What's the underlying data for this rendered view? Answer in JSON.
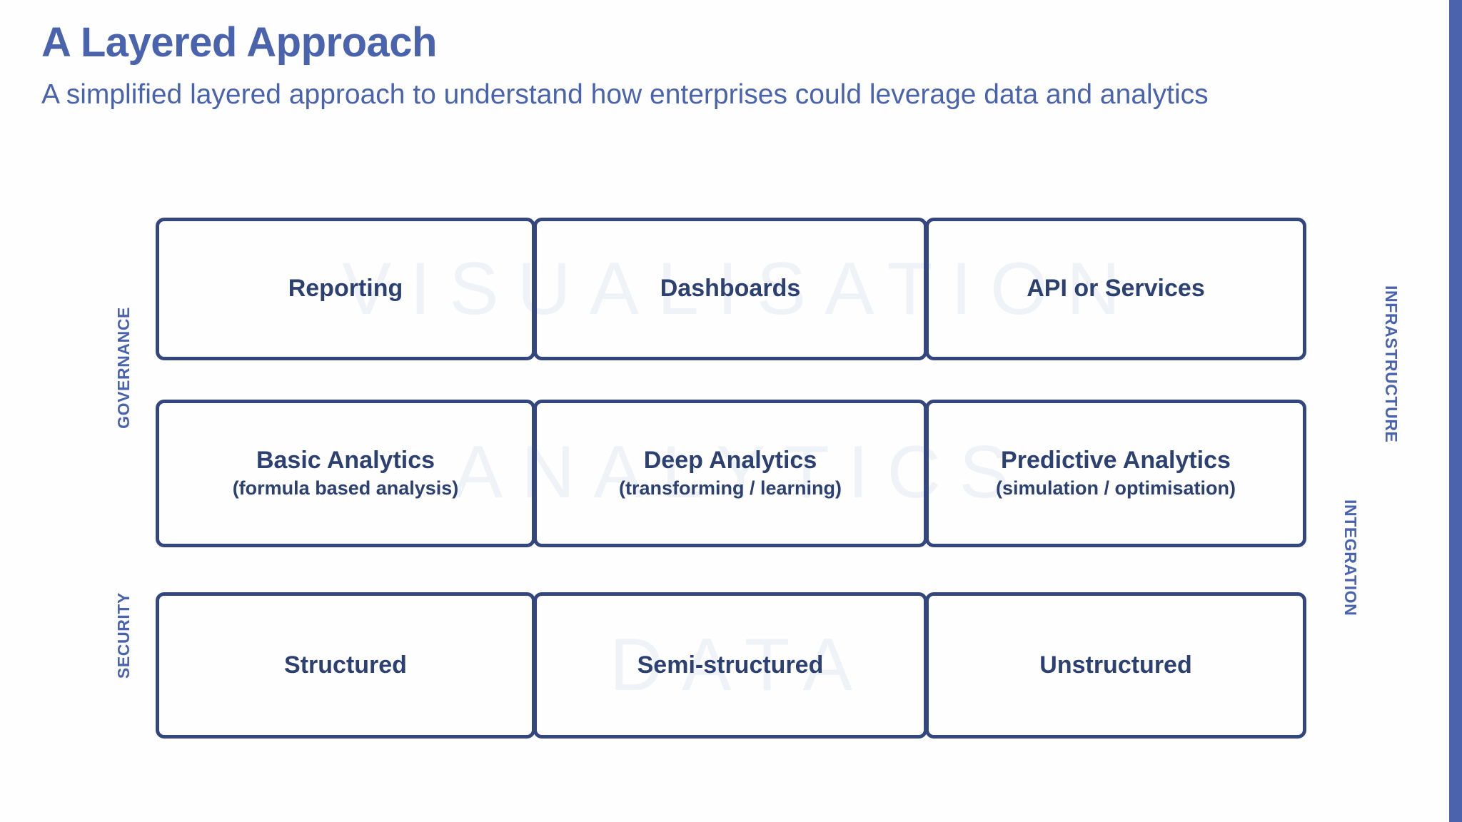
{
  "header": {
    "title": "A Layered Approach",
    "subtitle": "A simplified layered approach to understand how enterprises could leverage data and analytics"
  },
  "colors": {
    "brand_blue": "#4a63ad",
    "box_border": "#33477e",
    "box_text": "#2c4071",
    "watermark": "#dfe4f1",
    "background": "#fefefe"
  },
  "side_labels": {
    "left": [
      {
        "id": "governance",
        "text": "GOVERNANCE"
      },
      {
        "id": "security",
        "text": "SECURITY"
      }
    ],
    "right": [
      {
        "id": "infrastructure",
        "text": "INFRASTRUCTURE"
      },
      {
        "id": "integration",
        "text": "INTEGRATION"
      }
    ]
  },
  "layers": [
    {
      "id": "visualisation",
      "watermark": "VISUALISATION",
      "cells": [
        {
          "title": "Reporting",
          "sub": ""
        },
        {
          "title": "Dashboards",
          "sub": ""
        },
        {
          "title": "API or Services",
          "sub": ""
        }
      ]
    },
    {
      "id": "analytics",
      "watermark": "ANALYTICS",
      "cells": [
        {
          "title": "Basic Analytics",
          "sub": "(formula based analysis)"
        },
        {
          "title": "Deep Analytics",
          "sub": "(transforming / learning)"
        },
        {
          "title": "Predictive Analytics",
          "sub": "(simulation / optimisation)"
        }
      ]
    },
    {
      "id": "data",
      "watermark": "DATA",
      "cells": [
        {
          "title": "Structured",
          "sub": ""
        },
        {
          "title": "Semi-structured",
          "sub": ""
        },
        {
          "title": "Unstructured",
          "sub": ""
        }
      ]
    }
  ]
}
